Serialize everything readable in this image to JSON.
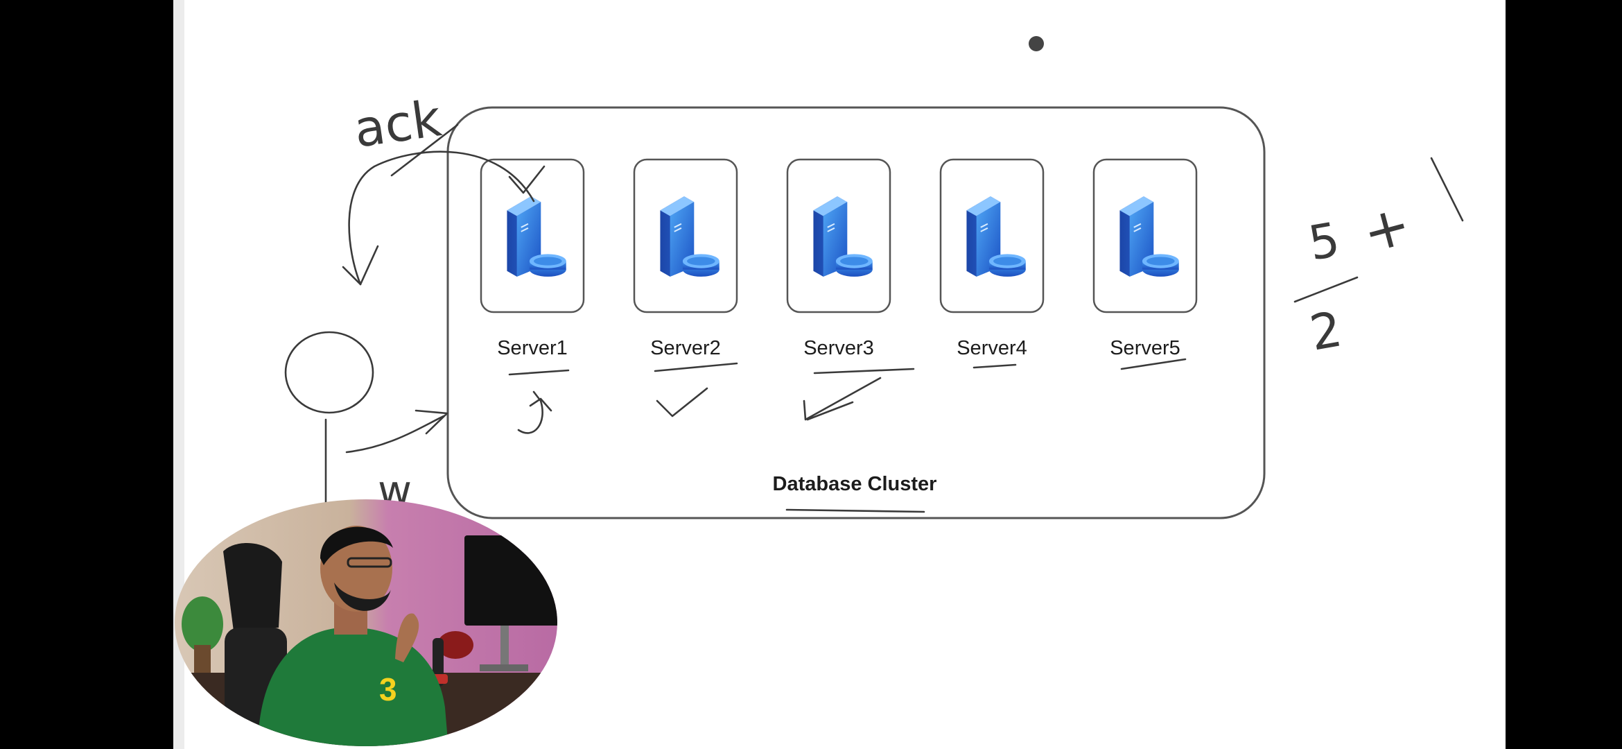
{
  "diagram": {
    "cluster_label": "Database Cluster",
    "servers": [
      {
        "label": "Server1"
      },
      {
        "label": "Server2"
      },
      {
        "label": "Server3"
      },
      {
        "label": "Server4"
      },
      {
        "label": "Server5"
      }
    ],
    "handwriting": {
      "ack": "ack",
      "w": "w",
      "quorum_numerator": "5",
      "quorum_denominator": "2",
      "quorum_plus": "+",
      "quorum_addend": "1"
    },
    "cursor_dot": "pointer-dot"
  },
  "webcam": {
    "description_icon": "presenter-webcam"
  },
  "colors": {
    "server_blue": "#2f7de0",
    "server_dark": "#1e4fb8",
    "ink": "#3a3a3a",
    "shirt_green": "#1f7a3a"
  }
}
